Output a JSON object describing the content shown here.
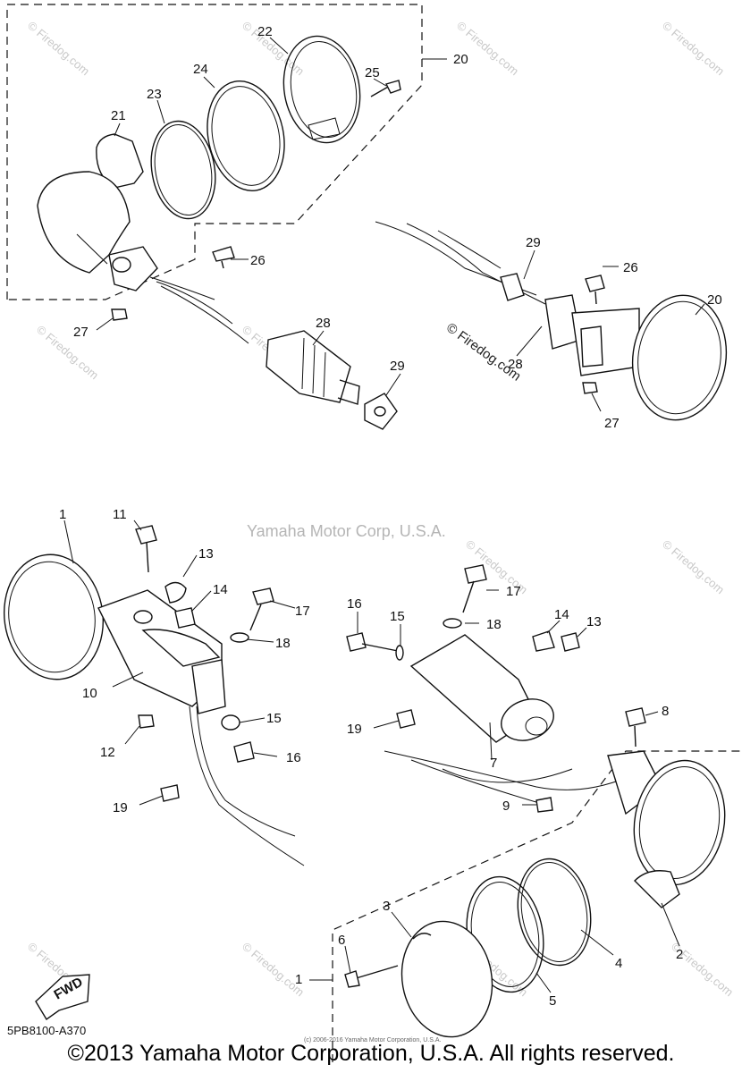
{
  "diagram": {
    "center_watermark": "Yamaha Motor Corp, U.S.A.",
    "inline_watermark": "© Firedog.com",
    "tile_watermark": "© Firedog.com",
    "catalog_code": "5PB8100-A370",
    "fine_print": "(c) 2006-2016 Yamaha Motor Corporation, U.S.A.",
    "copyright": "©2013 Yamaha Motor Corporation, U.S.A. All rights reserved.",
    "fwd_label": "FWD",
    "callouts": [
      "20",
      "22",
      "24",
      "25",
      "23",
      "21",
      "26",
      "27",
      "28",
      "29",
      "29",
      "26",
      "20",
      "28",
      "27",
      "1",
      "11",
      "13",
      "14",
      "17",
      "18",
      "10",
      "15",
      "12",
      "16",
      "19",
      "16",
      "15",
      "17",
      "18",
      "14",
      "13",
      "19",
      "7",
      "8",
      "9",
      "3",
      "6",
      "1",
      "4",
      "5",
      "2"
    ]
  }
}
